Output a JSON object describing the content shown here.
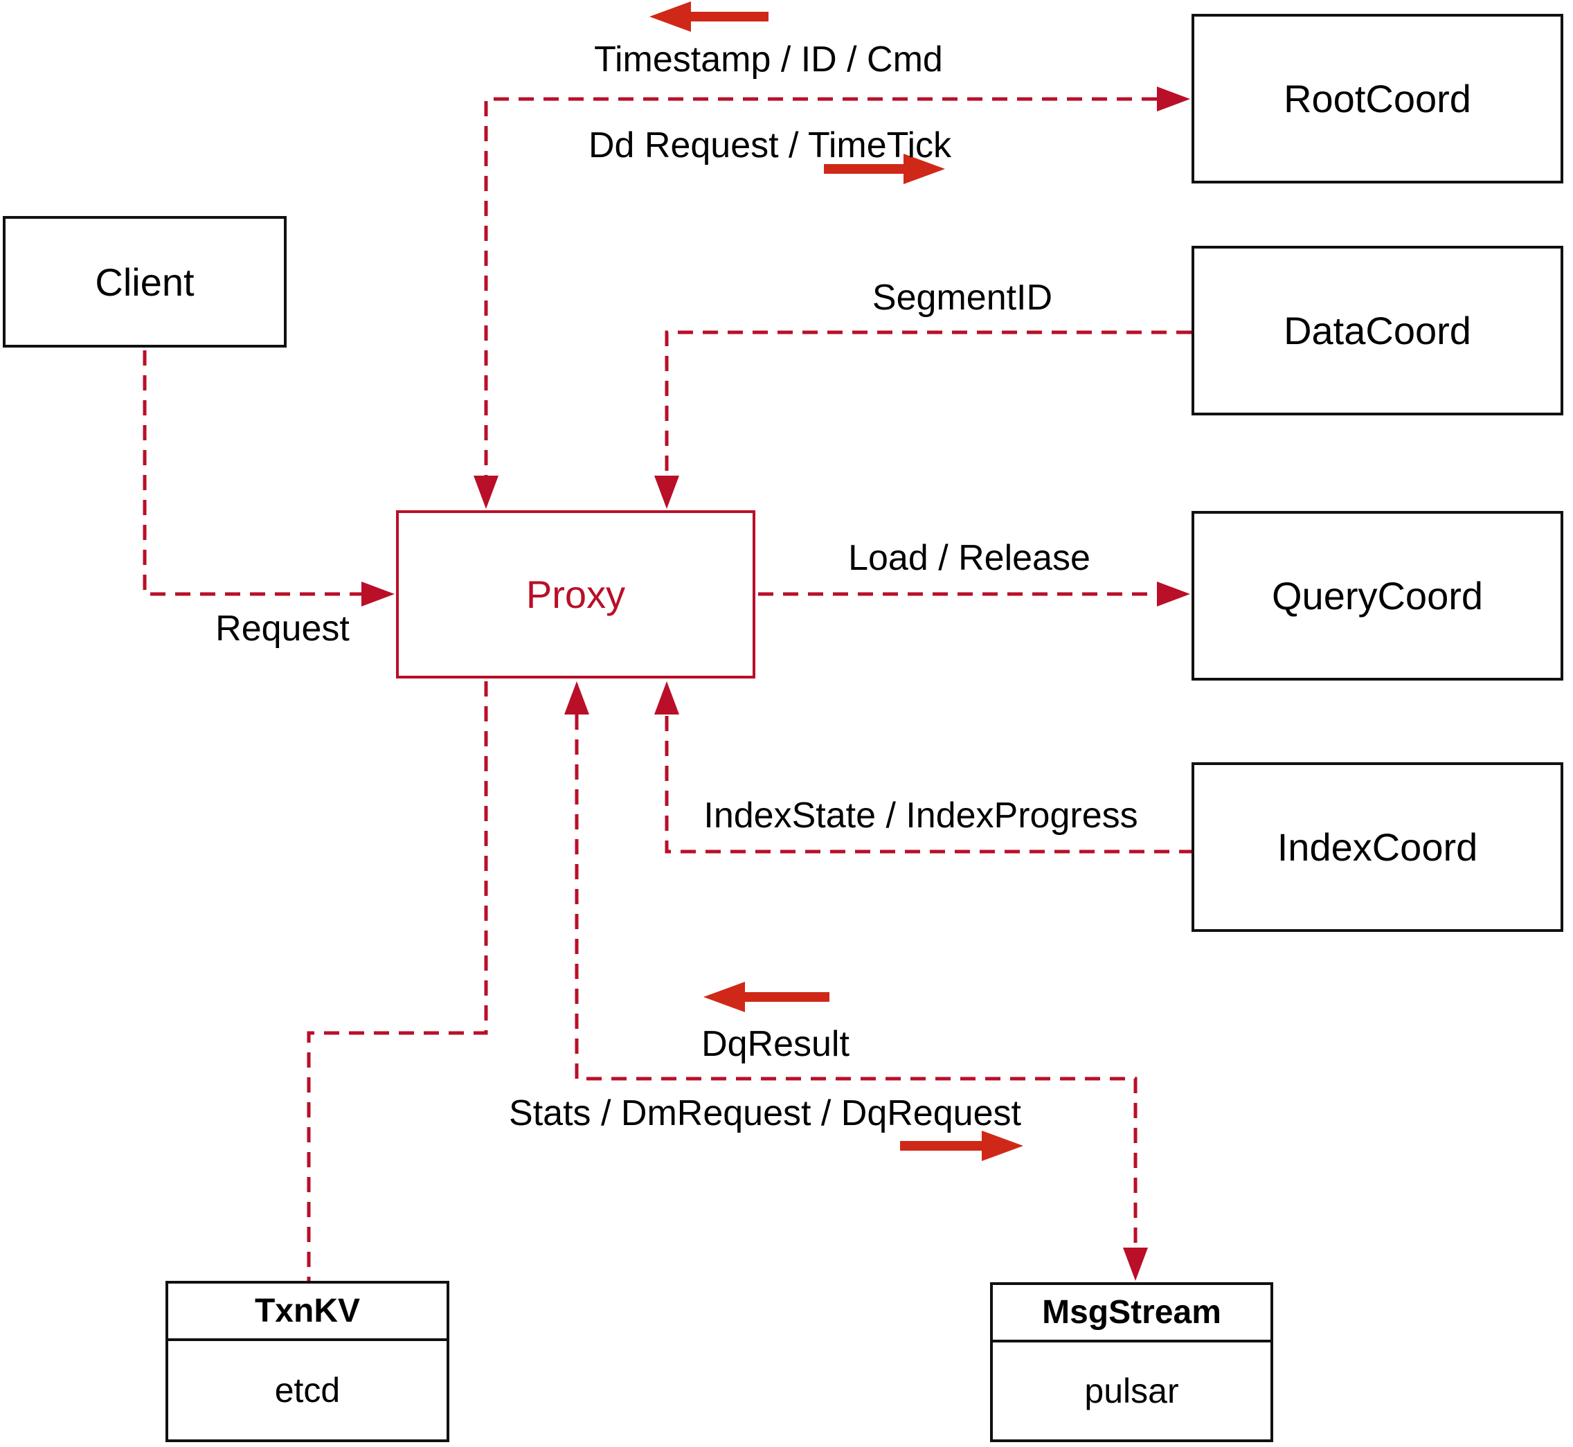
{
  "diagram": {
    "nodes": {
      "client": {
        "label": "Client"
      },
      "root_coord": {
        "label": "RootCoord"
      },
      "data_coord": {
        "label": "DataCoord"
      },
      "query_coord": {
        "label": "QueryCoord"
      },
      "index_coord": {
        "label": "IndexCoord"
      },
      "proxy": {
        "label": "Proxy"
      },
      "txn_kv": {
        "title": "TxnKV",
        "impl": "etcd"
      },
      "msg_stream": {
        "title": "MsgStream",
        "impl": "pulsar"
      }
    },
    "edge_labels": {
      "timestamp": "Timestamp / ID / Cmd",
      "dd_request": "Dd Request / TimeTick",
      "segment_id": "SegmentID",
      "request": "Request",
      "load_release": "Load / Release",
      "index_state": "IndexState / IndexProgress",
      "dq_result": "DqResult",
      "stats": "Stats / DmRequest / DqRequest"
    },
    "edges": [
      {
        "from": "Proxy",
        "to": "RootCoord",
        "bidirectional": true,
        "labels": [
          "Timestamp / ID / Cmd",
          "Dd Request / TimeTick"
        ]
      },
      {
        "from": "DataCoord",
        "to": "Proxy",
        "bidirectional": false,
        "labels": [
          "SegmentID"
        ]
      },
      {
        "from": "Client",
        "to": "Proxy",
        "bidirectional": false,
        "labels": [
          "Request"
        ]
      },
      {
        "from": "Proxy",
        "to": "QueryCoord",
        "bidirectional": false,
        "labels": [
          "Load / Release"
        ]
      },
      {
        "from": "IndexCoord",
        "to": "Proxy",
        "bidirectional": false,
        "labels": [
          "IndexState / IndexProgress"
        ]
      },
      {
        "from": "Proxy",
        "to": "MsgStream",
        "bidirectional": true,
        "labels": [
          "DqResult",
          "Stats / DmRequest / DqRequest"
        ]
      },
      {
        "from": "Proxy",
        "to": "TxnKV",
        "bidirectional": false,
        "labels": []
      }
    ],
    "colors": {
      "line": "#b90f28",
      "arrow": "#d02818",
      "box_border": "#111111",
      "text": "#000000",
      "background": "#ffffff"
    }
  }
}
